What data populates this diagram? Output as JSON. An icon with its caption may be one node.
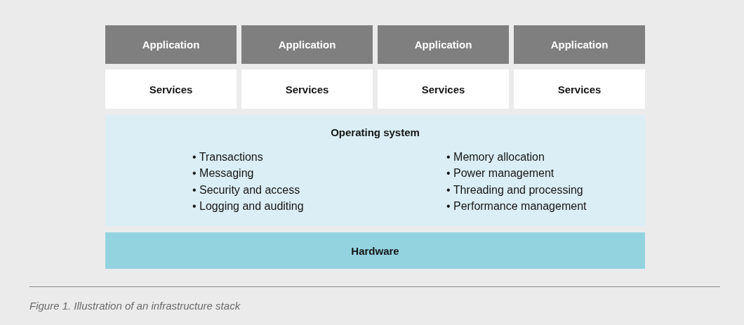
{
  "diagram": {
    "caption": "Figure 1. Illustration of an infrastructure stack",
    "nodes": [
      {
        "text": [
          "Application"
        ]
      },
      {
        "text": [
          "Application"
        ]
      },
      {
        "text": [
          "Application"
        ]
      },
      {
        "text": [
          "Application"
        ]
      },
      {
        "text": [
          "Services"
        ]
      },
      {
        "text": [
          "Services"
        ]
      },
      {
        "text": [
          "Services"
        ]
      },
      {
        "text": [
          "Services"
        ]
      },
      {
        "text": [
          "Operating system",
          "• Transactions",
          "• Messaging",
          "• Security and access",
          "• Logging and auditing",
          "• Memory allocation",
          "• Power management",
          "• Threading and processing",
          "• Performance management"
        ]
      },
      {
        "text": [
          "Hardware"
        ]
      }
    ],
    "edges": []
  }
}
